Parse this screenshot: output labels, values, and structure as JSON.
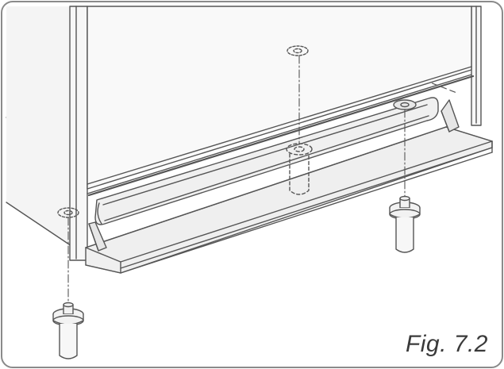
{
  "figure": {
    "caption": "Fig. 7.2",
    "line_color": "#5a5a5a",
    "fill_color": "#f2f2f2",
    "border_color": "#8a8a8a"
  },
  "parts": {
    "feet": [
      "foot-left",
      "foot-center",
      "foot-right"
    ],
    "icons": [
      "adjustable-foot-icon",
      "foot-socket-icon"
    ]
  }
}
